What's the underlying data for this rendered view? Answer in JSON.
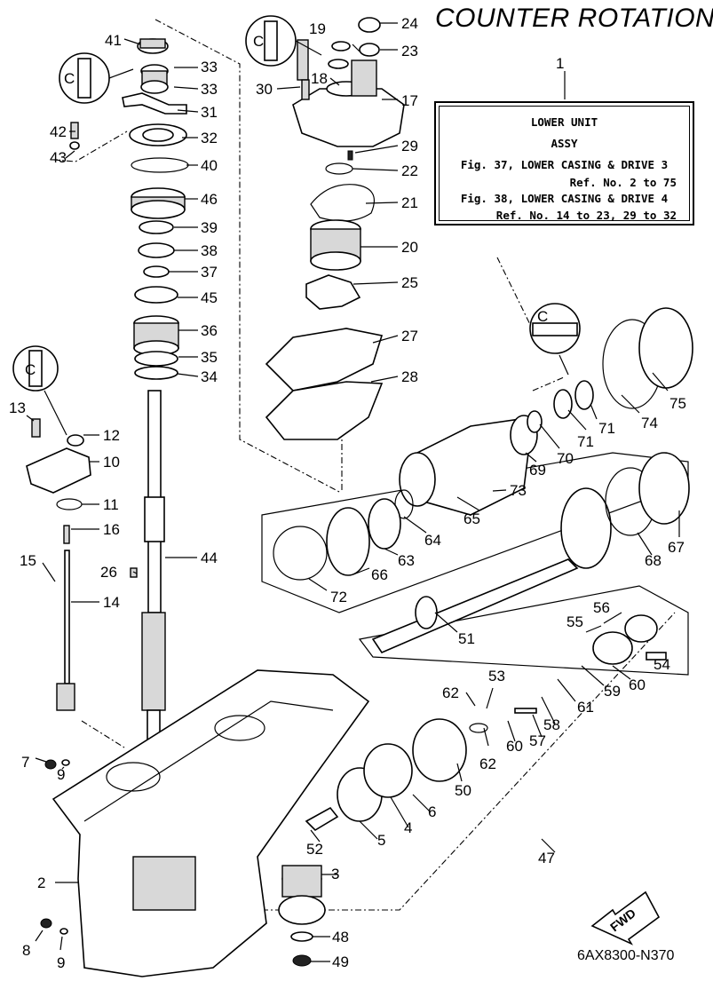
{
  "header": {
    "title": "COUNTER ROTATION"
  },
  "reference": {
    "number": "1",
    "lines": [
      "LOWER UNIT",
      "ASSY",
      "Fig. 37, LOWER CASING & DRIVE 3",
      "Ref. No. 2 to 75",
      "Fig. 38, LOWER CASING & DRIVE 4",
      "Ref. No. 14 to 23, 29 to 32"
    ]
  },
  "callout_letters": [
    "C",
    "C",
    "C",
    "C"
  ],
  "footer": {
    "code": "6AX8300-N370",
    "direction_label": "FWD"
  },
  "labels": [
    "41",
    "33",
    "33",
    "31",
    "42",
    "43",
    "32",
    "40",
    "46",
    "39",
    "38",
    "37",
    "45",
    "36",
    "35",
    "34",
    "19",
    "24",
    "23",
    "18",
    "30",
    "17",
    "29",
    "22",
    "21",
    "20",
    "25",
    "27",
    "28",
    "13",
    "12",
    "10",
    "11",
    "16",
    "15",
    "14",
    "26",
    "44",
    "75",
    "74",
    "71",
    "71",
    "70",
    "69",
    "73",
    "65",
    "64",
    "63",
    "66",
    "72",
    "67",
    "68",
    "51",
    "56",
    "55",
    "54",
    "60",
    "59",
    "61",
    "58",
    "57",
    "53",
    "62",
    "62",
    "60",
    "50",
    "6",
    "4",
    "5",
    "52",
    "47",
    "3",
    "2",
    "7",
    "9",
    "8",
    "9",
    "48",
    "49"
  ]
}
